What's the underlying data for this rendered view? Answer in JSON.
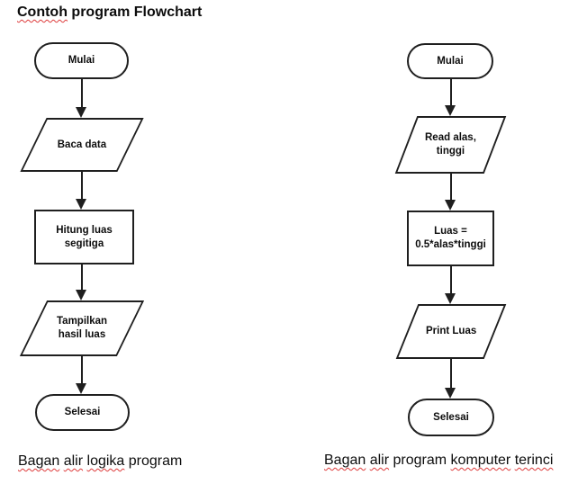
{
  "title": {
    "misspelled": "Contoh",
    "rest": " program Flowchart"
  },
  "left_flowchart": {
    "start": [
      "Mulai"
    ],
    "io_read": [
      "Baca data"
    ],
    "process": [
      "Hitung luas",
      "segitiga"
    ],
    "io_print": [
      "Tampilkan",
      "hasil luas"
    ],
    "end": [
      "Selesai"
    ],
    "caption": [
      "Bagan",
      "alir",
      "logika",
      "program"
    ]
  },
  "right_flowchart": {
    "start": [
      "Mulai"
    ],
    "io_read": [
      "Read alas,",
      "tinggi"
    ],
    "process": [
      "Luas =",
      "0.5*alas*tinggi"
    ],
    "io_print": [
      "Print Luas"
    ],
    "end": [
      "Selesai"
    ],
    "caption": [
      "Bagan",
      "alir",
      "program",
      "komputer",
      "terinci"
    ]
  },
  "colors": {
    "background": "#ffffff",
    "shape_border": "#1f1f1f",
    "text": "#0d0d0d",
    "spellcheck_squiggle": "#dd3a3a"
  }
}
